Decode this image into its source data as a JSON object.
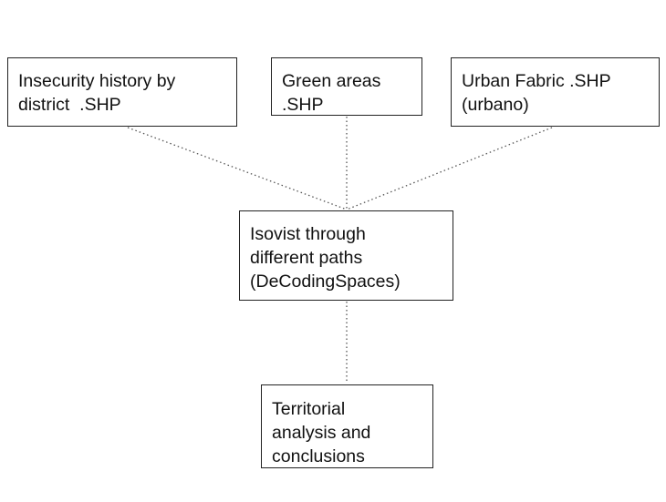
{
  "diagram": {
    "nodes": {
      "insecurity": {
        "lines": [
          "Insecurity history by",
          "district  .SHP"
        ]
      },
      "green": {
        "lines": [
          "Green areas",
          ".SHP"
        ]
      },
      "urban": {
        "lines": [
          "Urban Fabric .SHP",
          "(urbano)"
        ]
      },
      "isovist": {
        "lines": [
          "Isovist through",
          "different paths",
          "(DeCodingSpaces)"
        ]
      },
      "territorial": {
        "lines": [
          "Territorial",
          "analysis and",
          "conclusions"
        ]
      }
    },
    "edges": [
      {
        "from": "insecurity",
        "to": "isovist",
        "style": "dotted"
      },
      {
        "from": "green",
        "to": "isovist",
        "style": "dotted"
      },
      {
        "from": "urban",
        "to": "isovist",
        "style": "dotted"
      },
      {
        "from": "isovist",
        "to": "territorial",
        "style": "dotted"
      }
    ],
    "colors": {
      "border": "#222222",
      "connector": "#555555",
      "text": "#111111",
      "background": "#ffffff"
    }
  }
}
